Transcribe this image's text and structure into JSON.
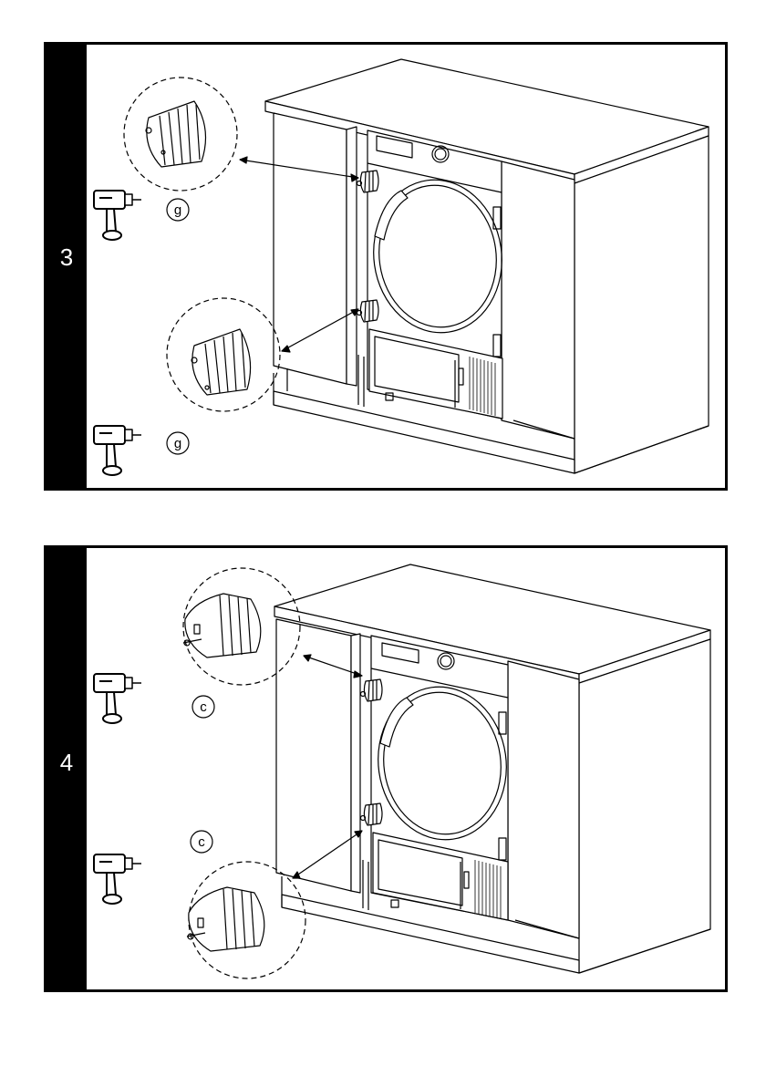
{
  "steps": [
    {
      "number": "3",
      "part_label": "g"
    },
    {
      "number": "4",
      "part_label": "c"
    }
  ],
  "icons": [
    "drill-icon",
    "dryer-illustration",
    "cabinet-illustration",
    "bracket-detail-icon"
  ]
}
